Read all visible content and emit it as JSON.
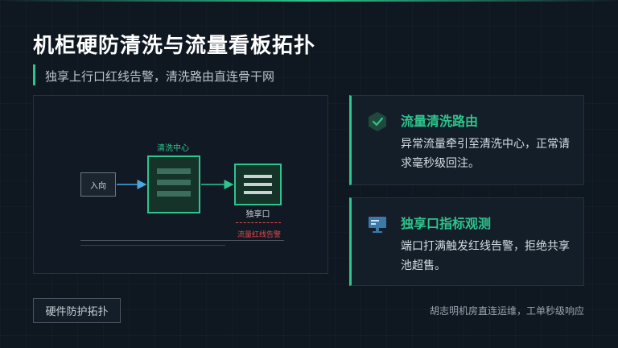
{
  "title": "机柜硬防清洗与流量看板拓扑",
  "subtitle": "独享上行口红线告警，清洗路由直连骨干网",
  "diagram": {
    "inbound_label": "入向",
    "scrubbing_center_label": "清洗中心",
    "dedicated_port_label": "独享口",
    "redline_alert_label": "流量红线告警"
  },
  "cards": [
    {
      "title": "流量清洗路由",
      "body": "异常流量牵引至清洗中心，正常请求毫秒级回注。",
      "icon": "shield-check-icon"
    },
    {
      "title": "独享口指标观测",
      "body": "端口打满触发红线告警，拒绝共享池超售。",
      "icon": "monitor-icon"
    }
  ],
  "footer": {
    "button_label": "硬件防护拓扑",
    "note": "胡志明机房直连运维，工单秒级响应"
  },
  "colors": {
    "accent": "#2ec48c",
    "alert": "#e5484d",
    "inbound_arrow": "#4aa8e0",
    "background": "#0f1721"
  }
}
